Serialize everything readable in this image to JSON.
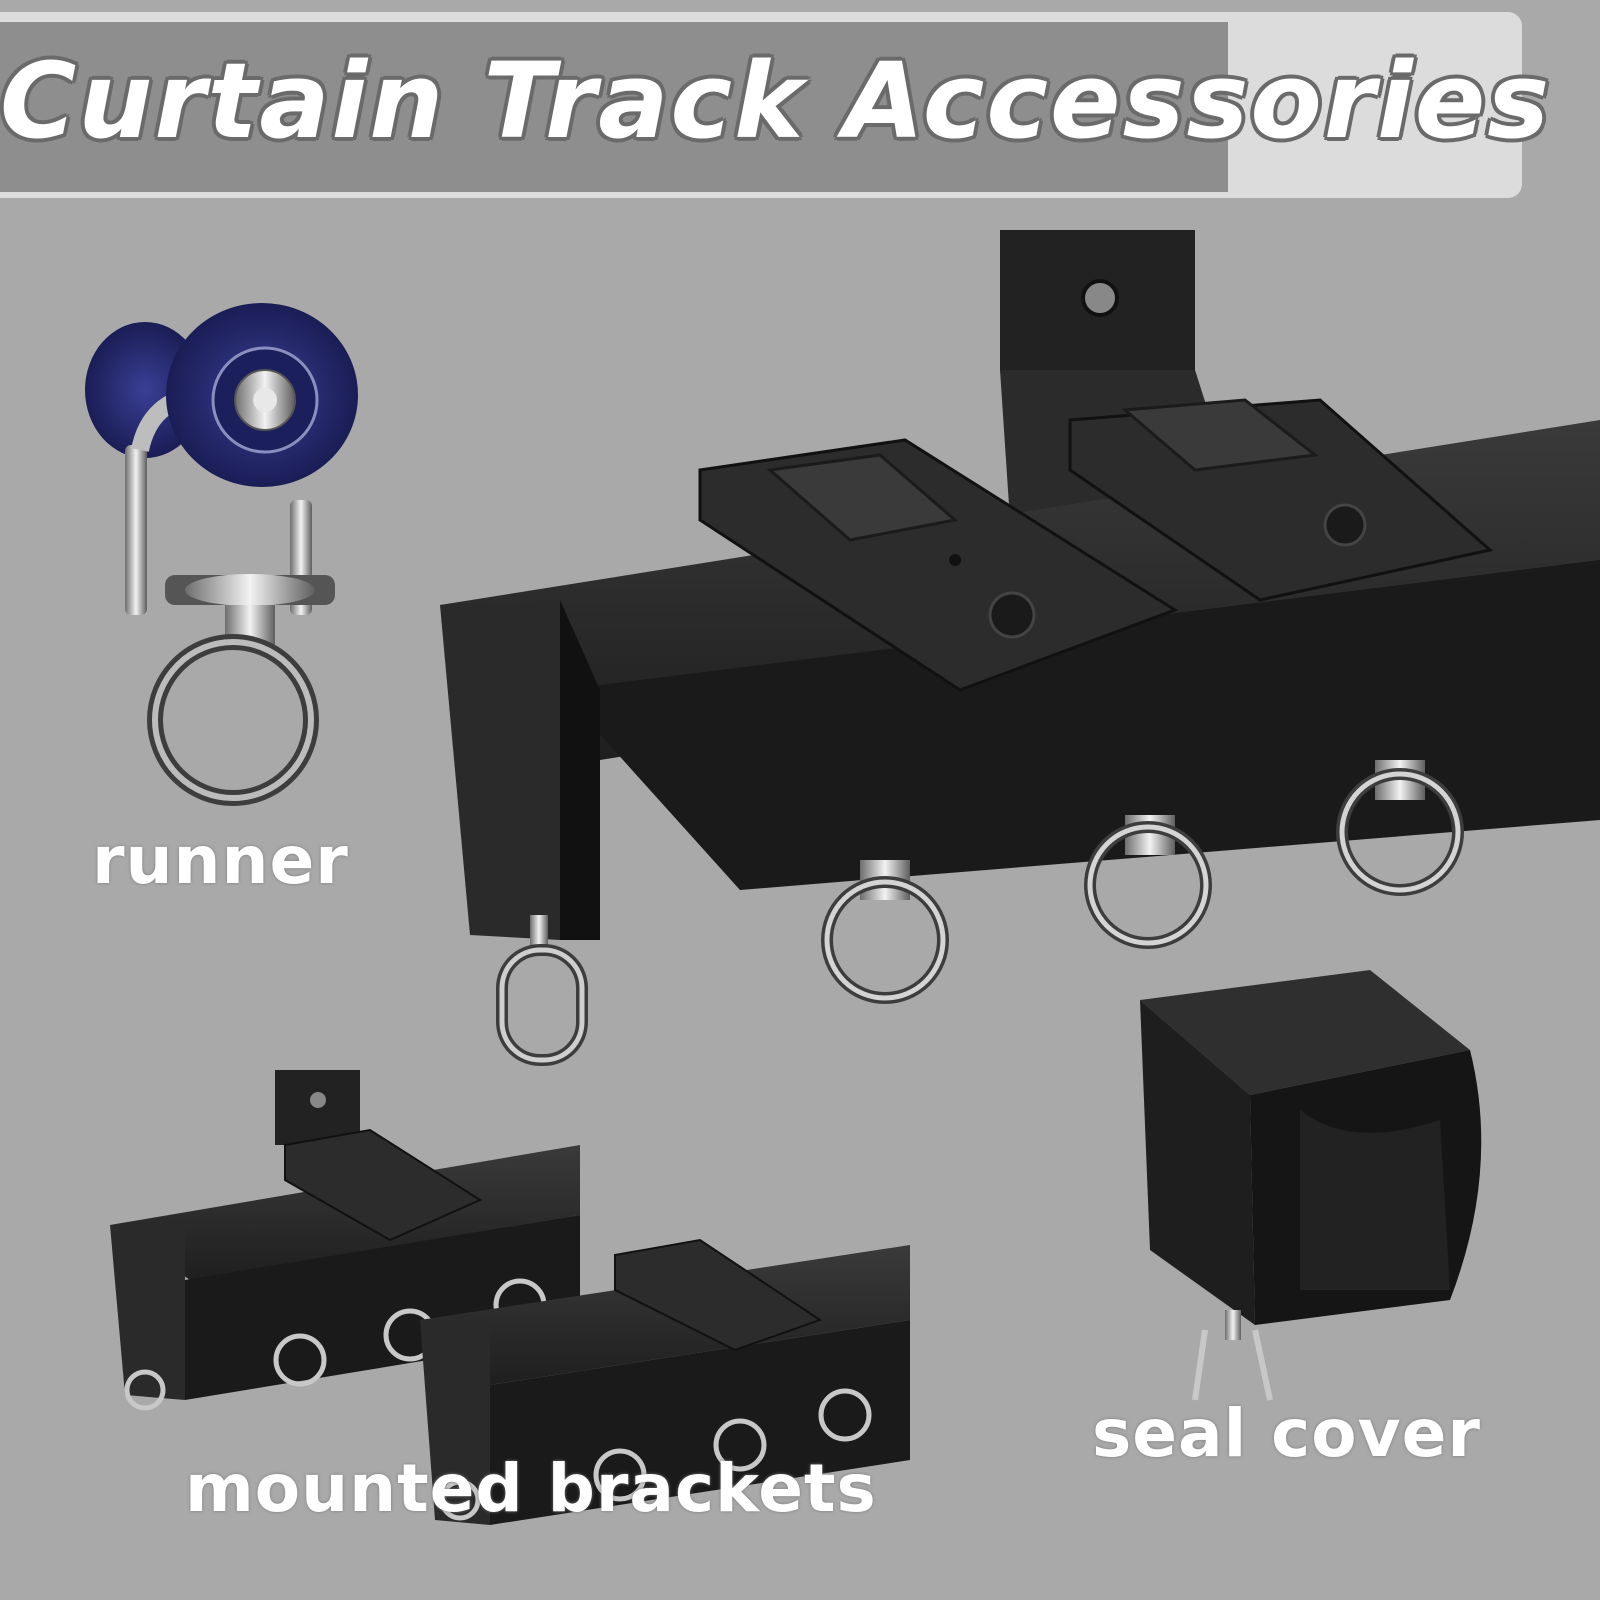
{
  "header": {
    "title": "Curtain Track Accessories"
  },
  "labels": {
    "runner": "runner",
    "mounted_brackets": "mounted brackets",
    "seal_cover": "seal cover"
  },
  "colors": {
    "background": "#a9a9a9",
    "track_black": "#1e1e1e",
    "wheel_blue": "#2a2f7a",
    "chrome": "#c8c8c8"
  }
}
